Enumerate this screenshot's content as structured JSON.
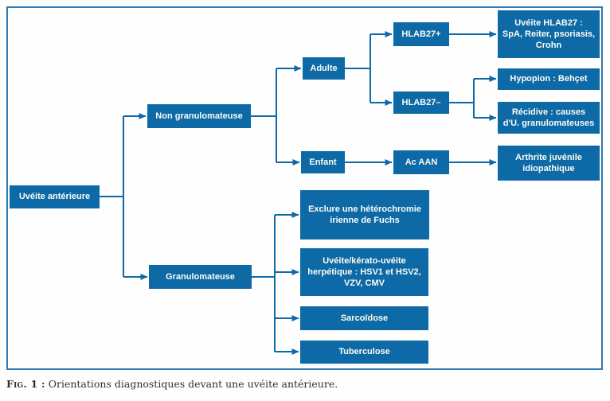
{
  "figure": {
    "caption": {
      "label": "Fig. 1 :",
      "text": "Orientations diagnostiques devant une uvéite antérieure."
    },
    "colors": {
      "node_fill": "#0d6aa7",
      "node_text": "#fcfcf4",
      "connector_line": "#0d6aa7",
      "frame_border": "#2b7ab3"
    },
    "nodes": {
      "root": {
        "label": "Uvéite antérieure"
      },
      "non_granulomateuse": {
        "label": "Non granulomateuse"
      },
      "granulomateuse": {
        "label": "Granulomateuse"
      },
      "adulte": {
        "label": "Adulte"
      },
      "enfant": {
        "label": "Enfant"
      },
      "hlab27_pos": {
        "label": "HLAB27+"
      },
      "hlab27_neg": {
        "label": "HLAB27–"
      },
      "ac_aan": {
        "label": "Ac AAN"
      },
      "uveite_hlab27": {
        "label": "Uvéite HLAB27 :\nSpA, Reiter, psoriasis,\nCrohn"
      },
      "hypopion": {
        "label": "Hypopion : Behçet"
      },
      "recidive": {
        "label": "Récidive : causes\nd'U. granulomateuses"
      },
      "arthrite": {
        "label": "Arthrite juvénile\nidiopathique"
      },
      "fuchs": {
        "label": "Exclure une hétérochromie\nirienne de Fuchs"
      },
      "herpes": {
        "label": "Uvéite/kérato-uvéite\nherpétique : HSV1 et HSV2,\nVZV, CMV"
      },
      "sarcoidose": {
        "label": "Sarcoïdose"
      },
      "tuberculose": {
        "label": "Tuberculose"
      }
    }
  }
}
